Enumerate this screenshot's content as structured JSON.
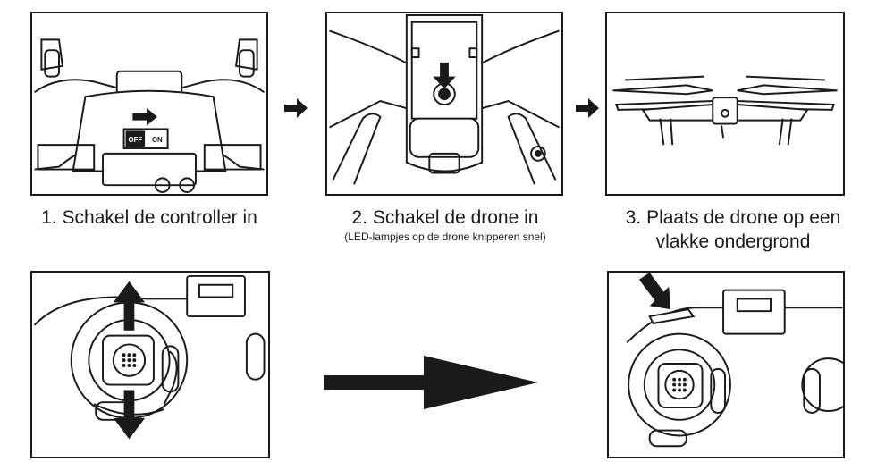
{
  "steps": [
    {
      "label": "1. Schakel de controller in"
    },
    {
      "label": "2. Schakel de drone in",
      "note": "(LED-lampjes op de drone knipperen snel)"
    },
    {
      "label_line1": "3. Plaats de drone op een",
      "label_line2": "vlakke ondergrond"
    }
  ],
  "switch": {
    "off": "OFF",
    "on": "ON"
  }
}
